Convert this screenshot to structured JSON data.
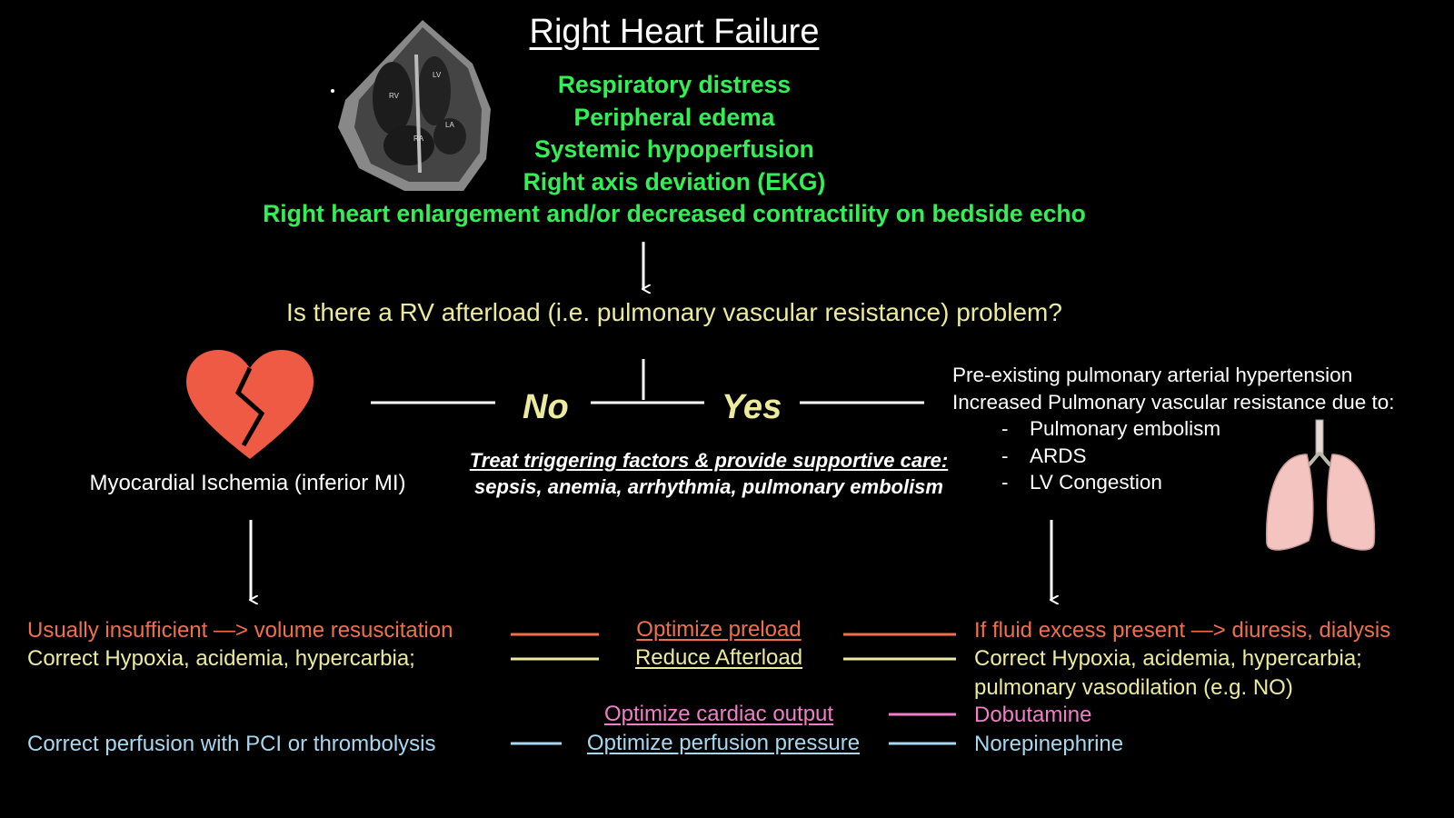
{
  "title": "Right Heart Failure",
  "echo_image": {
    "labels": [
      "RV",
      "LV",
      "RA",
      "LA"
    ]
  },
  "symptoms": [
    "Respiratory distress",
    "Peripheral edema",
    "Systemic hypoperfusion",
    "Right axis deviation (EKG)",
    "Right heart enlargement and/or decreased contractility on bedside echo"
  ],
  "question": "Is there a RV afterload (i.e. pulmonary vascular resistance) problem?",
  "branches": {
    "no": "No",
    "yes": "Yes"
  },
  "no_cause": "Myocardial Ischemia (inferior MI)",
  "treat_header": "Treat triggering factors & provide supportive care:",
  "treat_items": "sepsis, anemia, arrhythmia, pulmonary embolism",
  "yes_causes": {
    "line1": "Pre-existing pulmonary arterial hypertension",
    "line2": "Increased Pulmonary vascular resistance due to:",
    "items": [
      "Pulmonary embolism",
      "ARDS",
      "LV Congestion"
    ]
  },
  "management": {
    "preload": {
      "left": "Usually insufficient —> volume resuscitation",
      "center": "Optimize preload",
      "right": "If fluid excess present —> diuresis, dialysis",
      "color": "#f0704e"
    },
    "afterload": {
      "left": "Correct Hypoxia, acidemia, hypercarbia;",
      "center": "Reduce Afterload",
      "right1": "Correct Hypoxia, acidemia, hypercarbia;",
      "right2": "pulmonary vasodilation (e.g. NO)",
      "color": "#ecea9c"
    },
    "cardiac_output": {
      "center": "Optimize cardiac output",
      "right": "Dobutamine",
      "color": "#f07ec8"
    },
    "perfusion": {
      "left": "Correct perfusion with PCI or thrombolysis",
      "center": "Optimize perfusion pressure",
      "right": "Norepinephrine",
      "color": "#a7d8f0"
    }
  },
  "colors": {
    "symptoms": "#33ee55",
    "question": "#ecea9c",
    "heart": "#ef5a44",
    "lungs": "#f4c4c0"
  }
}
